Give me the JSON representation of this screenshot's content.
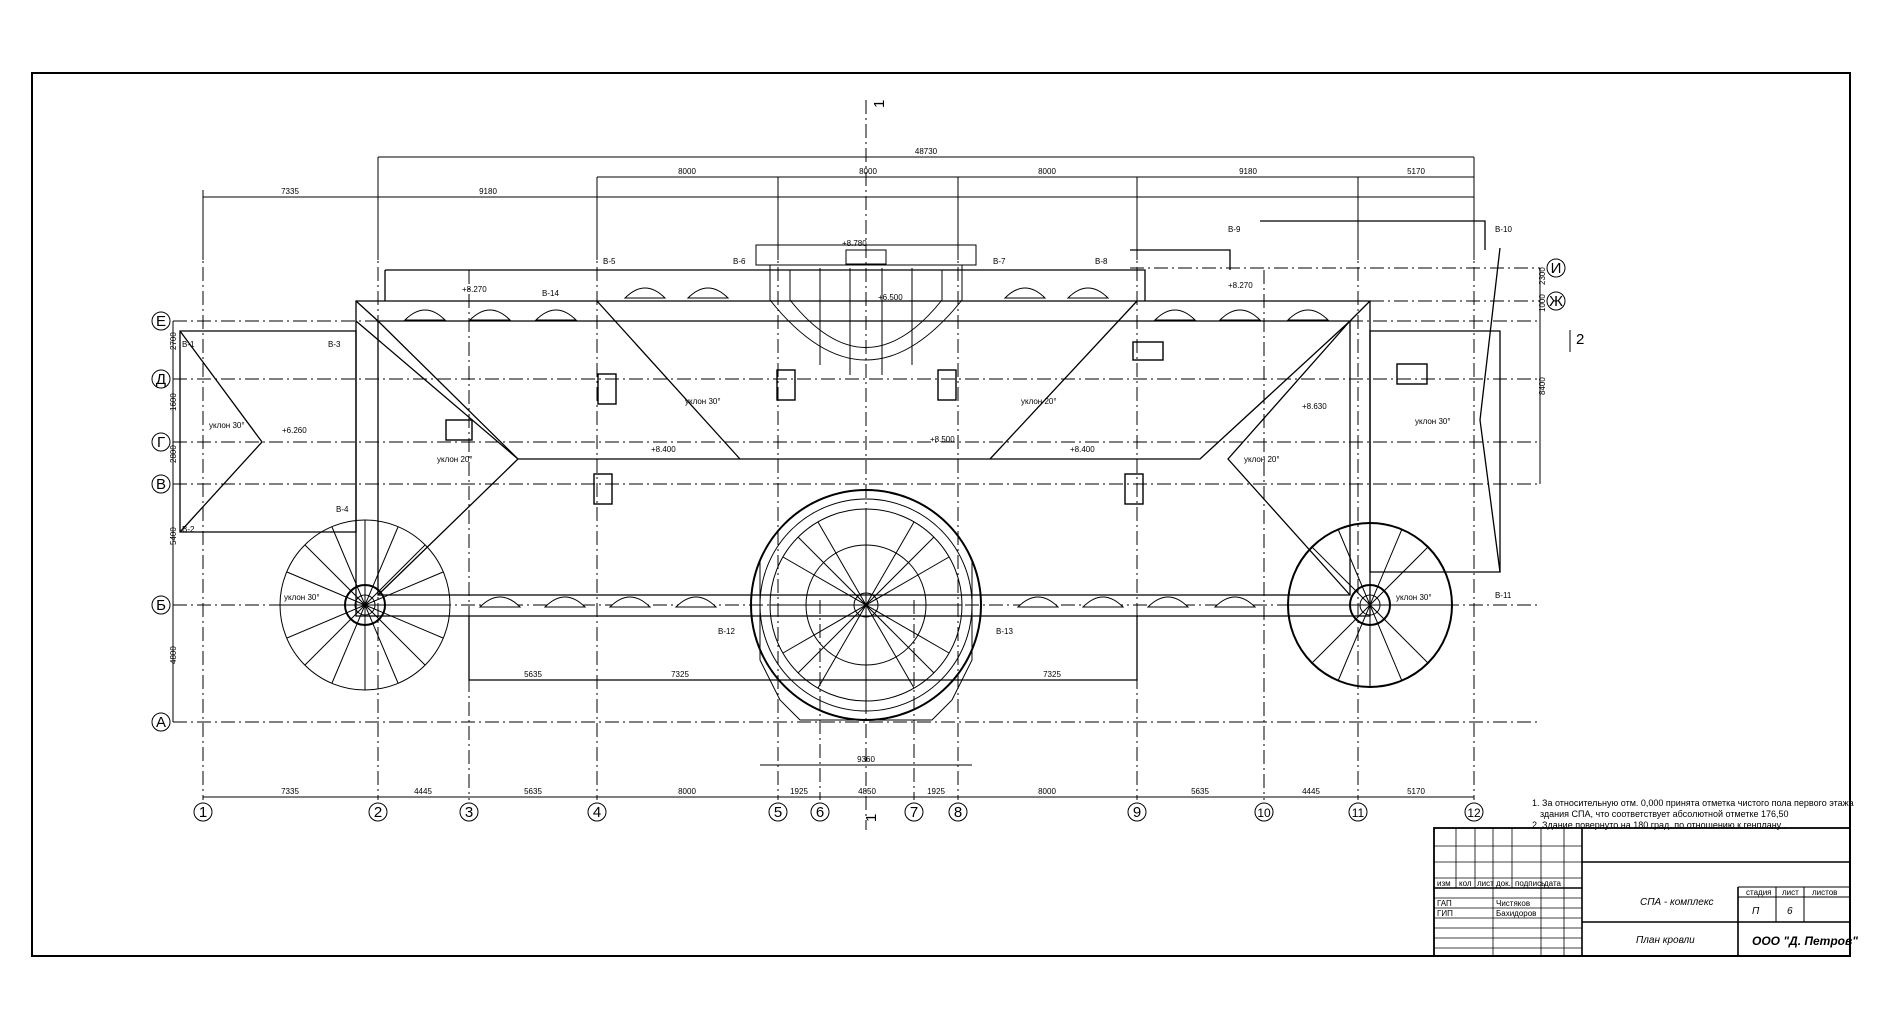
{
  "drawing": {
    "axes_columns": [
      "1",
      "2",
      "3",
      "4",
      "5",
      "6",
      "7",
      "8",
      "9",
      "10",
      "11",
      "12"
    ],
    "axes_rows": [
      "И",
      "Ж",
      "Е",
      "Д",
      "Г",
      "В",
      "Б",
      "А"
    ],
    "section_marks": [
      "1",
      "1",
      "2"
    ],
    "top_dims": {
      "overall": "48730",
      "row2": [
        "9180",
        "9180"
      ],
      "row3": [
        "8000",
        "8000",
        "8000",
        "5170"
      ],
      "row4": [
        "7335"
      ]
    },
    "bottom_dims": [
      "7335",
      "4445",
      "5635",
      "8000",
      "1925",
      "4850",
      "1925",
      "8000",
      "5635",
      "4445",
      "5170"
    ],
    "inner_dims": [
      "5635",
      "7325",
      "7325",
      "9360"
    ],
    "left_dims": [
      "2700",
      "1600",
      "2800",
      "5400",
      "4800"
    ],
    "right_dims": [
      "2300",
      "1000",
      "8400"
    ],
    "elevations": [
      "+8.780",
      "+8.270",
      "+8.270",
      "+6.260",
      "+8.400",
      "+8.400",
      "+8.630",
      "+8.500",
      "+6.500"
    ],
    "slopes": [
      "уклон 30°",
      "уклон 20°",
      "уклон 30°",
      "уклон 20°",
      "уклон 30°",
      "уклон 20°",
      "уклон 30°",
      "уклон 30°"
    ],
    "tags": [
      "В-1",
      "В-2",
      "В-3",
      "В-4",
      "В-5",
      "В-6",
      "В-7",
      "В-8",
      "В-9",
      "В-10",
      "В-11",
      "В-12",
      "В-13",
      "В-14"
    ]
  },
  "notes": [
    "1. За относительную отм. 0,000 принята отметка чистого пола первого этажа",
    "здания СПА, что соответствует абсолютной отметке 176,50",
    "2. Здание повернуто на 180 град. по отношению к генплану ."
  ],
  "title_block": {
    "headers": [
      "изм",
      "кол",
      "лист",
      "док.",
      "подпись",
      "дата"
    ],
    "roles": [
      "ГАП",
      "ГИП"
    ],
    "names": [
      "Чистяков",
      "Бахидоров"
    ],
    "project": "СПА - комплекс",
    "sheet_title": "План кровли",
    "stage_label": "стадия",
    "sheet_label": "лист",
    "sheets_label": "листов",
    "stage": "П",
    "sheet_no": "6",
    "company": "ООО \"Д. Петров\""
  }
}
